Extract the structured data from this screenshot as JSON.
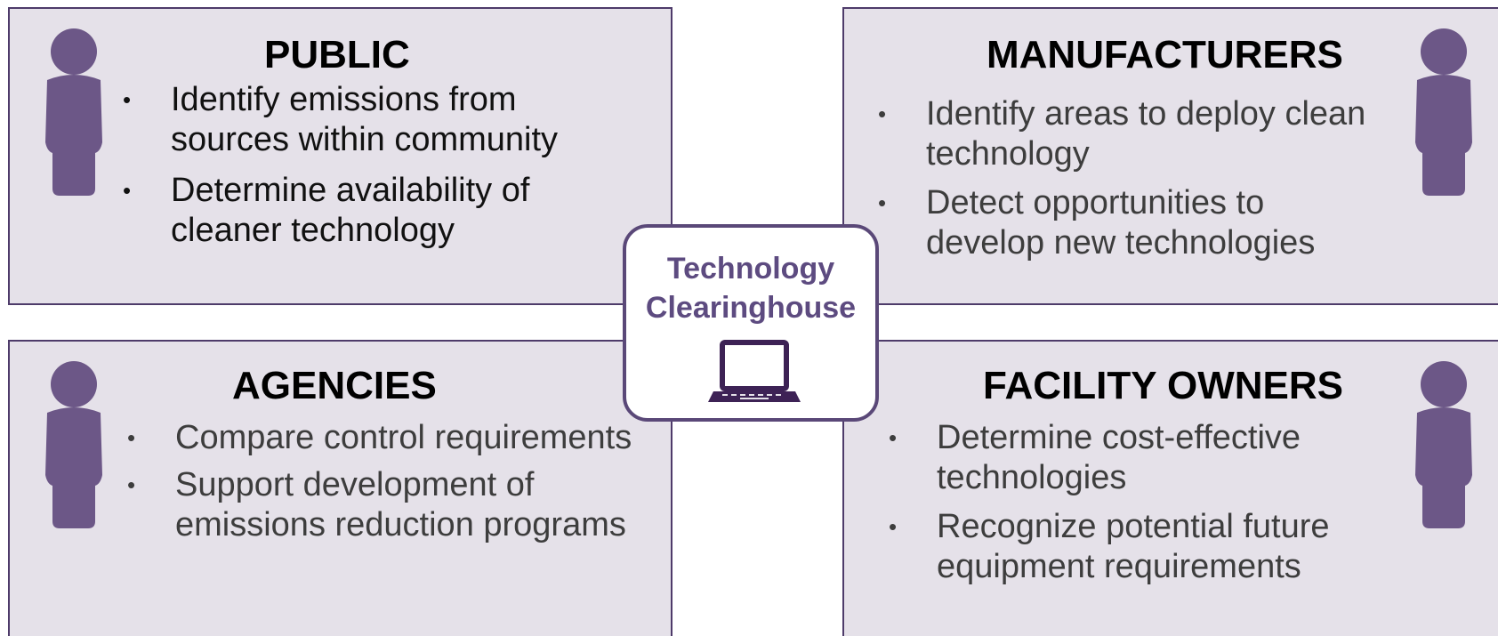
{
  "colors": {
    "panel_fill": "#e5e1e9",
    "panel_border": "#4e3b6a",
    "person_icon": "#6c5787",
    "hub_text": "#5d4b80",
    "laptop": "#3d2255"
  },
  "icons": {
    "person": "person-icon",
    "laptop": "laptop-icon"
  },
  "hub": {
    "line1": "Technology",
    "line2": "Clearinghouse"
  },
  "public": {
    "title": "PUBLIC",
    "bullets": [
      [
        "Identify emissions from",
        "sources within community"
      ],
      [
        "Determine availability of",
        "cleaner technology"
      ]
    ]
  },
  "manufacturers": {
    "title": "MANUFACTURERS",
    "bullets": [
      [
        "Identify areas to deploy clean",
        "technology"
      ],
      [
        "Detect opportunities to",
        "develop new technologies"
      ]
    ]
  },
  "agencies": {
    "title": "AGENCIES",
    "bullets": [
      [
        "Compare control requirements"
      ],
      [
        "Support development of",
        "emissions reduction programs"
      ]
    ]
  },
  "facility_owners": {
    "title": "FACILITY OWNERS",
    "bullets": [
      [
        "Determine cost-effective",
        "technologies"
      ],
      [
        "Recognize potential future",
        "equipment requirements"
      ]
    ]
  }
}
